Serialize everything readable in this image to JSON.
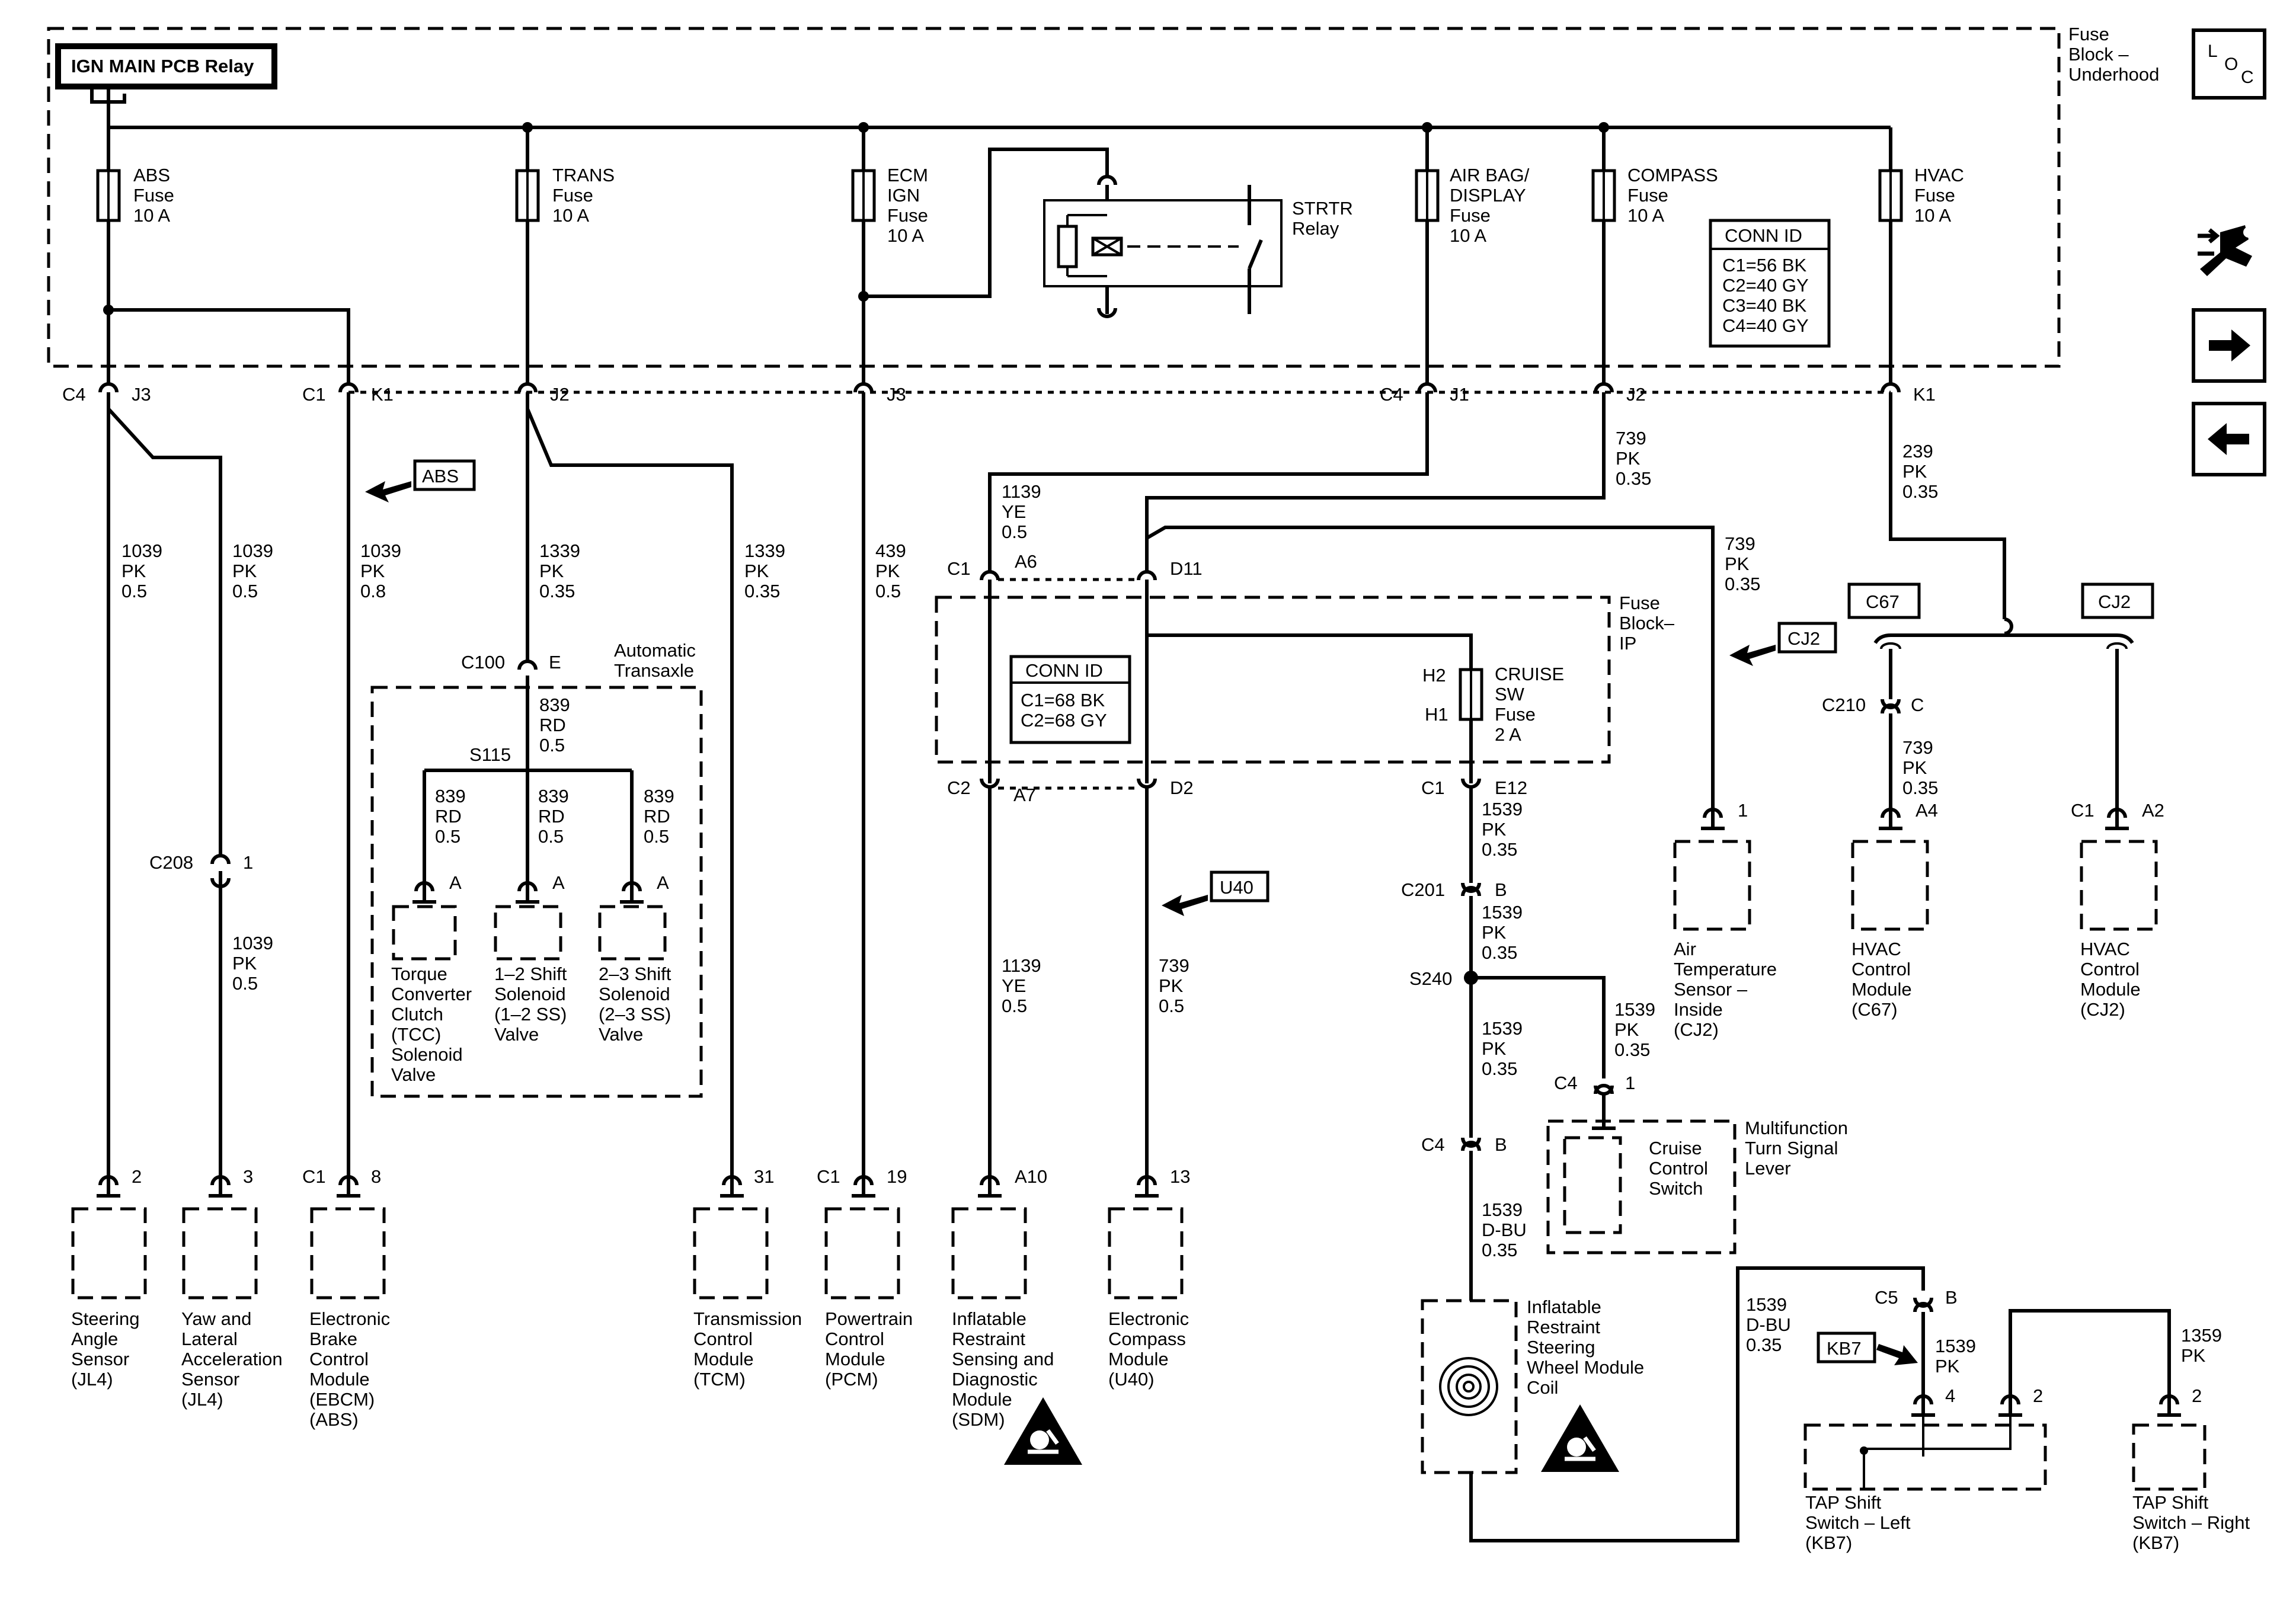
{
  "relay": {
    "title": "IGN MAIN PCB Relay"
  },
  "fuse_block_top": {
    "label": [
      "Fuse",
      "Block –",
      "Underhood"
    ]
  },
  "fuse_block_ip": {
    "label": [
      "Fuse",
      "Block–",
      "IP"
    ]
  },
  "loc_button": {
    "l": "L",
    "o": "O",
    "c": "C"
  },
  "fuses": [
    {
      "lines": [
        "ABS",
        "Fuse",
        "10 A"
      ]
    },
    {
      "lines": [
        "TRANS",
        "Fuse",
        "10 A"
      ]
    },
    {
      "lines": [
        "ECM",
        "IGN",
        "Fuse",
        "10 A"
      ]
    },
    {
      "lines": [
        "AIR BAG/",
        "DISPLAY",
        "Fuse",
        "10 A"
      ]
    },
    {
      "lines": [
        "COMPASS",
        "Fuse",
        "10 A"
      ]
    },
    {
      "lines": [
        "HVAC",
        "Fuse",
        "10 A"
      ]
    }
  ],
  "strtr_relay": [
    "STRTR",
    "Relay"
  ],
  "conn_id_top": {
    "title": "CONN ID",
    "rows": [
      "C1=56 BK",
      "C2=40 GY",
      "C3=40 BK",
      "C4=40 GY"
    ]
  },
  "conn_id_ip": {
    "title": "CONN ID",
    "rows": [
      "C1=68 BK",
      "C2=68 GY"
    ]
  },
  "connectors_top": [
    {
      "conn": "C4",
      "pin": "J3"
    },
    {
      "conn": "C1",
      "pin": "K1"
    },
    {
      "conn": "",
      "pin": "J2"
    },
    {
      "conn": "",
      "pin": "J3"
    },
    {
      "conn": "C4",
      "pin": "J1"
    },
    {
      "conn": "",
      "pin": "J2"
    },
    {
      "conn": "",
      "pin": "K1"
    }
  ],
  "wires": [
    {
      "lines": [
        "1039",
        "PK",
        "0.5"
      ]
    },
    {
      "lines": [
        "1039",
        "PK",
        "0.5"
      ]
    },
    {
      "lines": [
        "1039",
        "PK",
        "0.8"
      ]
    },
    {
      "lines": [
        "1339",
        "PK",
        "0.35"
      ]
    },
    {
      "lines": [
        "1339",
        "PK",
        "0.35"
      ]
    },
    {
      "lines": [
        "439",
        "PK",
        "0.5"
      ]
    },
    {
      "lines": [
        "1139",
        "YE",
        "0.5"
      ]
    },
    {
      "lines": [
        "739",
        "PK",
        "0.35"
      ]
    },
    {
      "lines": [
        "739",
        "PK",
        "0.35"
      ]
    },
    {
      "lines": [
        "239",
        "PK",
        "0.35"
      ]
    },
    {
      "lines": [
        "1039",
        "PK",
        "0.5"
      ]
    },
    {
      "lines": [
        "839",
        "RD",
        "0.5"
      ]
    },
    {
      "lines": [
        "839",
        "RD",
        "0.5"
      ]
    },
    {
      "lines": [
        "839",
        "RD",
        "0.5"
      ]
    },
    {
      "lines": [
        "839",
        "RD",
        "0.5"
      ]
    },
    {
      "lines": [
        "1139",
        "YE",
        "0.5"
      ]
    },
    {
      "lines": [
        "739",
        "PK",
        "0.5"
      ]
    },
    {
      "lines": [
        "1539",
        "PK",
        "0.35"
      ]
    },
    {
      "lines": [
        "1539",
        "PK",
        "0.35"
      ]
    },
    {
      "lines": [
        "1539",
        "PK",
        "0.35"
      ]
    },
    {
      "lines": [
        "1539",
        "PK",
        "0.35"
      ]
    },
    {
      "lines": [
        "1539",
        "D-BU",
        "0.35"
      ]
    },
    {
      "lines": [
        "739",
        "PK",
        "0.35"
      ]
    },
    {
      "lines": [
        "1539",
        "D-BU",
        "0.35"
      ]
    },
    {
      "lines": [
        "1539",
        "PK"
      ]
    },
    {
      "lines": [
        "1359",
        "PK"
      ]
    }
  ],
  "callouts": {
    "abs": "ABS",
    "u40": "U40",
    "cj2": "CJ2",
    "kb7": "KB7",
    "c67": "C67",
    "cj2_top": "CJ2"
  },
  "inline": {
    "c100": "C100",
    "c100_pin": "E",
    "s115": "S115",
    "c208": "C208",
    "c208_pin": "1",
    "c1a6": "C1",
    "a6": "A6",
    "d11": "D11",
    "c2a7": "C2",
    "a7": "A7",
    "d2": "D2",
    "h2": "H2",
    "h1": "H1",
    "c1e12": "C1",
    "e12": "E12",
    "c201": "C201",
    "c201_pin": "B",
    "s240": "S240",
    "c4_1": "C4",
    "c4_1_pin": "1",
    "c4_b": "C4",
    "c4_b_pin": "B",
    "c210": "C210",
    "c210_pin": "C",
    "c5": "C5",
    "c5_pin": "B",
    "air_pin": "1",
    "hvac_c67_pin": "A4",
    "hvac_cj2_conn": "C1",
    "hvac_cj2_pin": "A2",
    "tap_left_pin4": "4",
    "tap_left_pin2": "2",
    "tap_right_pin": "2"
  },
  "auto_transaxle": [
    "Automatic",
    "Transaxle"
  ],
  "cruise_fuse": [
    "CRUISE",
    "SW",
    "Fuse",
    "2 A"
  ],
  "solenoids": [
    {
      "pin": "A",
      "lines": [
        "Torque",
        "Converter",
        "Clutch",
        "(TCC)",
        "Solenoid",
        "Valve"
      ]
    },
    {
      "pin": "A",
      "lines": [
        "1–2 Shift",
        "Solenoid",
        "(1–2 SS)",
        "Valve"
      ]
    },
    {
      "pin": "A",
      "lines": [
        "2–3 Shift",
        "Solenoid",
        "(2–3 SS)",
        "Valve"
      ]
    }
  ],
  "modules_bottom": [
    {
      "conn": "",
      "pin": "2",
      "lines": [
        "Steering",
        "Angle",
        "Sensor",
        "(JL4)"
      ]
    },
    {
      "conn": "",
      "pin": "3",
      "lines": [
        "Yaw and",
        "Lateral",
        "Acceleration",
        "Sensor",
        "(JL4)"
      ]
    },
    {
      "conn": "C1",
      "pin": "8",
      "lines": [
        "Electronic",
        "Brake",
        "Control",
        "Module",
        "(EBCM)",
        "(ABS)"
      ]
    },
    {
      "conn": "",
      "pin": "31",
      "lines": [
        "Transmission",
        "Control",
        "Module",
        "(TCM)"
      ]
    },
    {
      "conn": "C1",
      "pin": "19",
      "lines": [
        "Powertrain",
        "Control",
        "Module",
        "(PCM)"
      ]
    },
    {
      "conn": "",
      "pin": "A10",
      "lines": [
        "Inflatable",
        "Restraint",
        "Sensing and",
        "Diagnostic",
        "Module",
        "(SDM)"
      ]
    },
    {
      "conn": "",
      "pin": "13",
      "lines": [
        "Electronic",
        "Compass",
        "Module",
        "(U40)"
      ]
    }
  ],
  "modules_right": [
    {
      "lines": [
        "Air",
        "Temperature",
        "Sensor –",
        "Inside",
        "(CJ2)"
      ]
    },
    {
      "lines": [
        "HVAC",
        "Control",
        "Module",
        "(C67)"
      ]
    },
    {
      "lines": [
        "HVAC",
        "Control",
        "Module",
        "(CJ2)"
      ]
    }
  ],
  "multifunction": [
    "Multifunction",
    "Turn Signal",
    "Lever"
  ],
  "cruise_switch": [
    "Cruise",
    "Control",
    "Switch"
  ],
  "coil": [
    "Inflatable",
    "Restraint",
    "Steering",
    "Wheel Module",
    "Coil"
  ],
  "tap_left": [
    "TAP Shift",
    "Switch – Left",
    "(KB7)"
  ],
  "tap_right": [
    "TAP Shift",
    "Switch – Right",
    "(KB7)"
  ]
}
